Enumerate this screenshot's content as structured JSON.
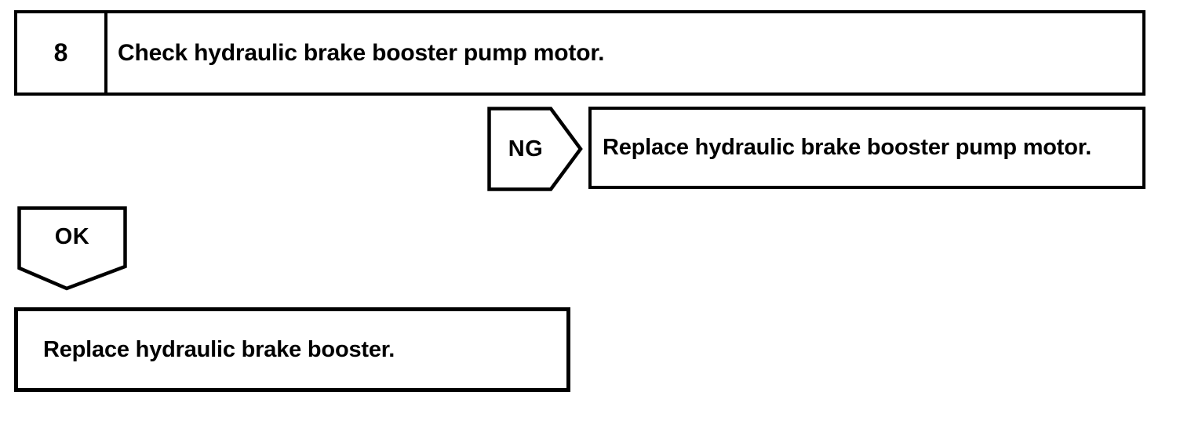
{
  "step": {
    "number": "8",
    "instruction": "Check hydraulic brake booster pump motor."
  },
  "ng_branch": {
    "label": "NG",
    "action": "Replace hydraulic brake booster pump motor."
  },
  "ok_branch": {
    "label": "OK",
    "action": "Replace hydraulic brake booster."
  },
  "colors": {
    "line": "#000000",
    "background": "#ffffff"
  }
}
